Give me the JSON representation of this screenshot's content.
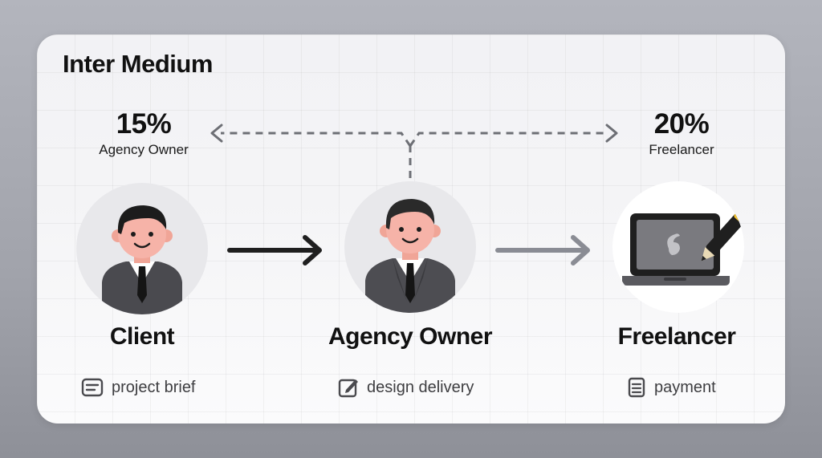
{
  "title": "Inter Medium",
  "left_share": {
    "percent": "15%",
    "label": "Agency Owner"
  },
  "right_share": {
    "percent": "20%",
    "label": "Freelancer"
  },
  "nodes": [
    {
      "role": "Client",
      "item_label": "project brief",
      "item_icon": "document-icon",
      "avatar_icon": "client-avatar-icon"
    },
    {
      "role": "Agency Owner",
      "item_label": "design delivery",
      "item_icon": "edit-icon",
      "avatar_icon": "agency-owner-avatar-icon"
    },
    {
      "role": "Freelancer",
      "item_label": "payment",
      "item_icon": "receipt-icon",
      "avatar_icon": "laptop-pen-icon"
    }
  ],
  "colors": {
    "background": "#a6a8b0",
    "card": "#f6f6f8",
    "primary_arrow": "#1f1f1f",
    "secondary_arrow": "#8a8c94",
    "dashed_line": "#6d6f75",
    "skin": "#f6b3a8",
    "suit": "#4a4a4f"
  }
}
